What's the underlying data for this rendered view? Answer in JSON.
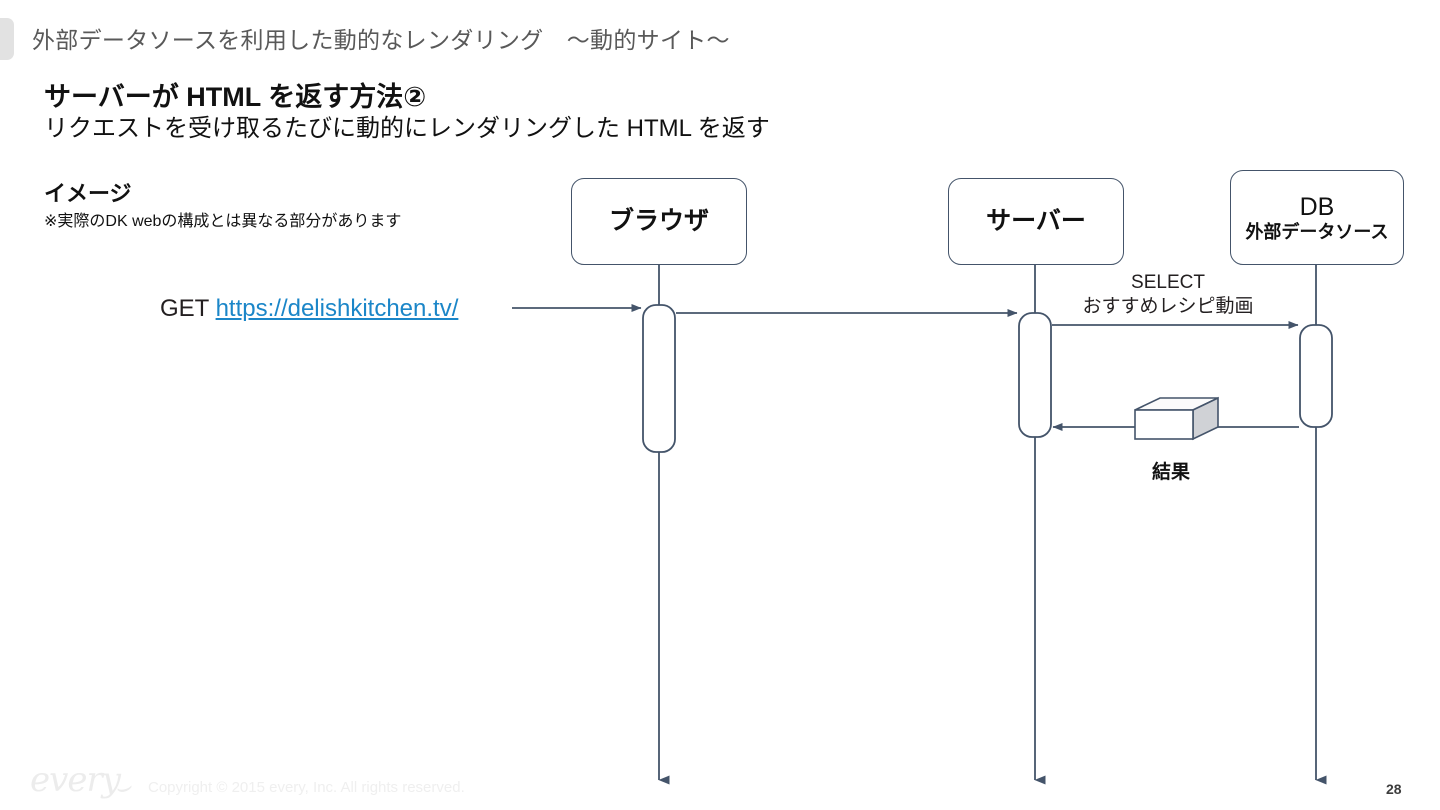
{
  "header": {
    "title": "外部データソースを利用した動的なレンダリング　～動的サイト～",
    "accent_color": "#e2e2e2",
    "title_color": "#595959"
  },
  "headline": {
    "main": "サーバーが  HTML を返す方法②",
    "sub": "リクエストを受け取るたびに動的にレンダリングした  HTML を返す"
  },
  "note": {
    "title": "イメージ",
    "body": "※実際のDK webの構成とは異なる部分があります"
  },
  "request": {
    "method": "GET",
    "url": "https://delishkitchen.tv/",
    "url_color": "#1b86c8"
  },
  "diagram": {
    "line_color": "#44546a",
    "participants": [
      {
        "name": "browser",
        "label": "ブラウザ"
      },
      {
        "name": "server",
        "label": "サーバー"
      },
      {
        "name": "database",
        "label": "DB",
        "sublabel": "外部データソース"
      }
    ],
    "messages": [
      {
        "name": "select-query",
        "line1": "SELECT",
        "line2": "おすすめレシピ動画"
      },
      {
        "name": "result",
        "label": "結果"
      }
    ]
  },
  "footer": {
    "logo": "every",
    "copyright": "Copyright © 2015 every, Inc. All rights reserved.",
    "page_number": "28"
  }
}
